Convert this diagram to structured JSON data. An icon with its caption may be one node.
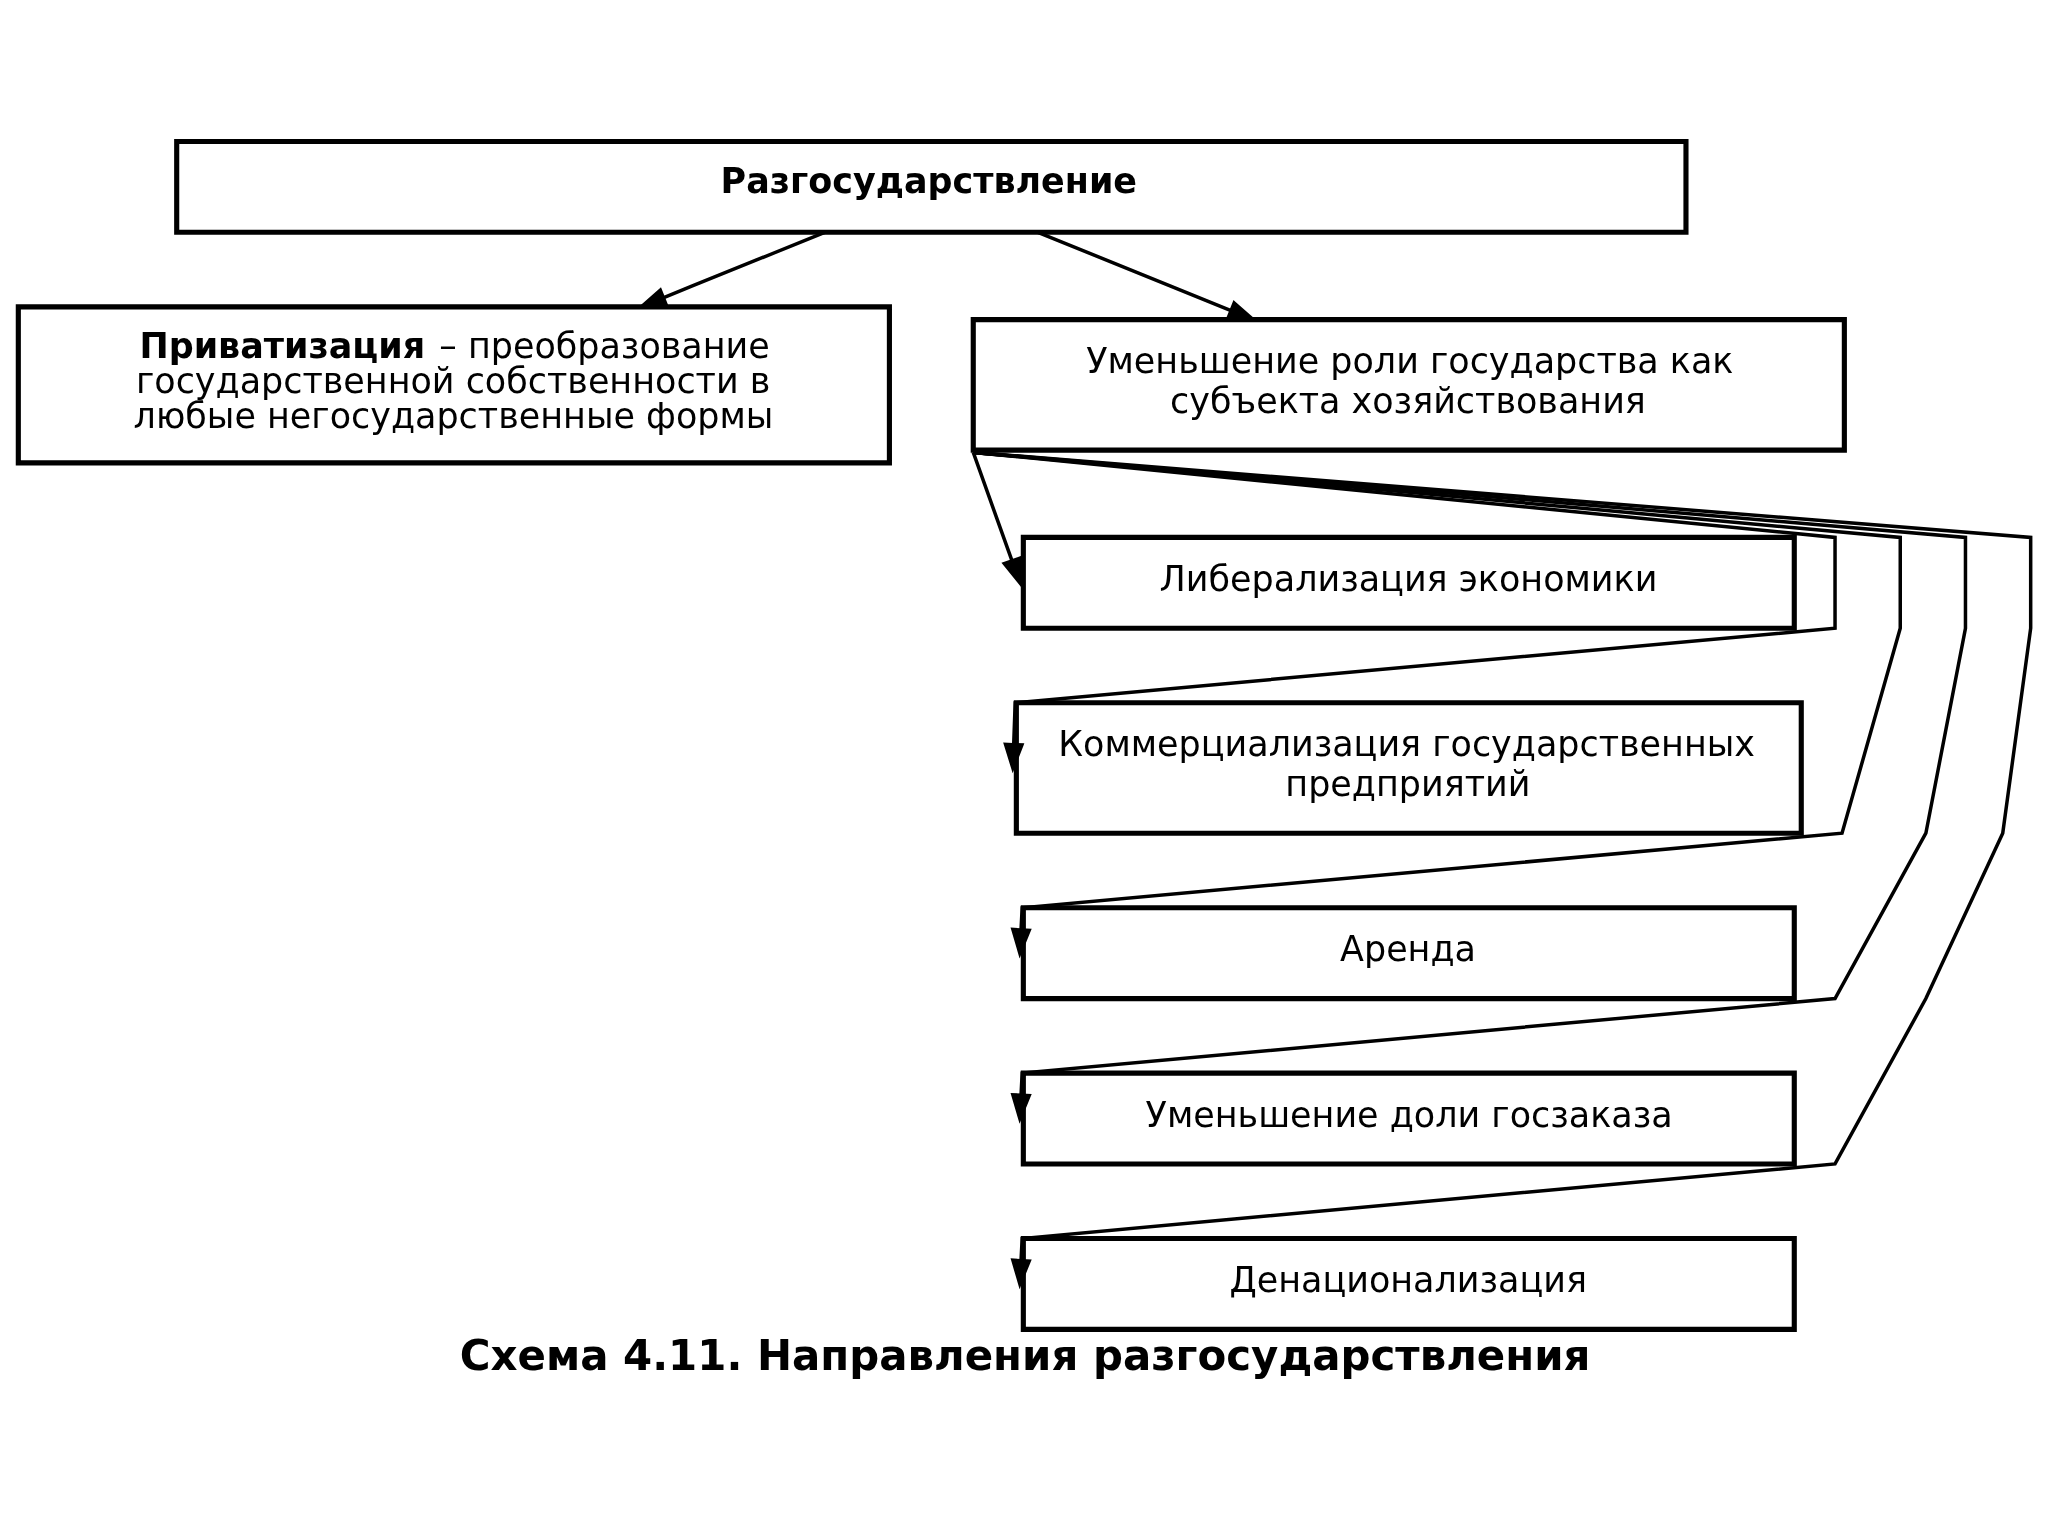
{
  "diagram": {
    "caption": "Схема 4.11. Направления разгосударствления",
    "nodes": [
      {
        "text": [
          "Разгосударствление"
        ]
      },
      {
        "text": [
          "**Приватизация** – преобразование государственной собственности в любые негосударственные формы"
        ]
      },
      {
        "text": [
          "Уменьшение роли государства как субъекта хозяйствования"
        ]
      },
      {
        "text": [
          "Либерализация экономики"
        ]
      },
      {
        "text": [
          "Коммерциализация государственных предприятий"
        ]
      },
      {
        "text": [
          "Аренда"
        ]
      },
      {
        "text": [
          "Уменьшение доли госзаказа"
        ]
      },
      {
        "text": [
          "Денационализация"
        ]
      }
    ],
    "edges": [
      {
        "from": 0,
        "to": 1,
        "arrow": "to"
      },
      {
        "from": 0,
        "to": 2,
        "arrow": "to"
      },
      {
        "from": 2,
        "to": 3,
        "arrow": "to"
      },
      {
        "from": 2,
        "to": 4,
        "arrow": "to"
      },
      {
        "from": 2,
        "to": 5,
        "arrow": "to"
      },
      {
        "from": 2,
        "to": 6,
        "arrow": "to"
      },
      {
        "from": 2,
        "to": 7,
        "arrow": "to"
      }
    ]
  }
}
